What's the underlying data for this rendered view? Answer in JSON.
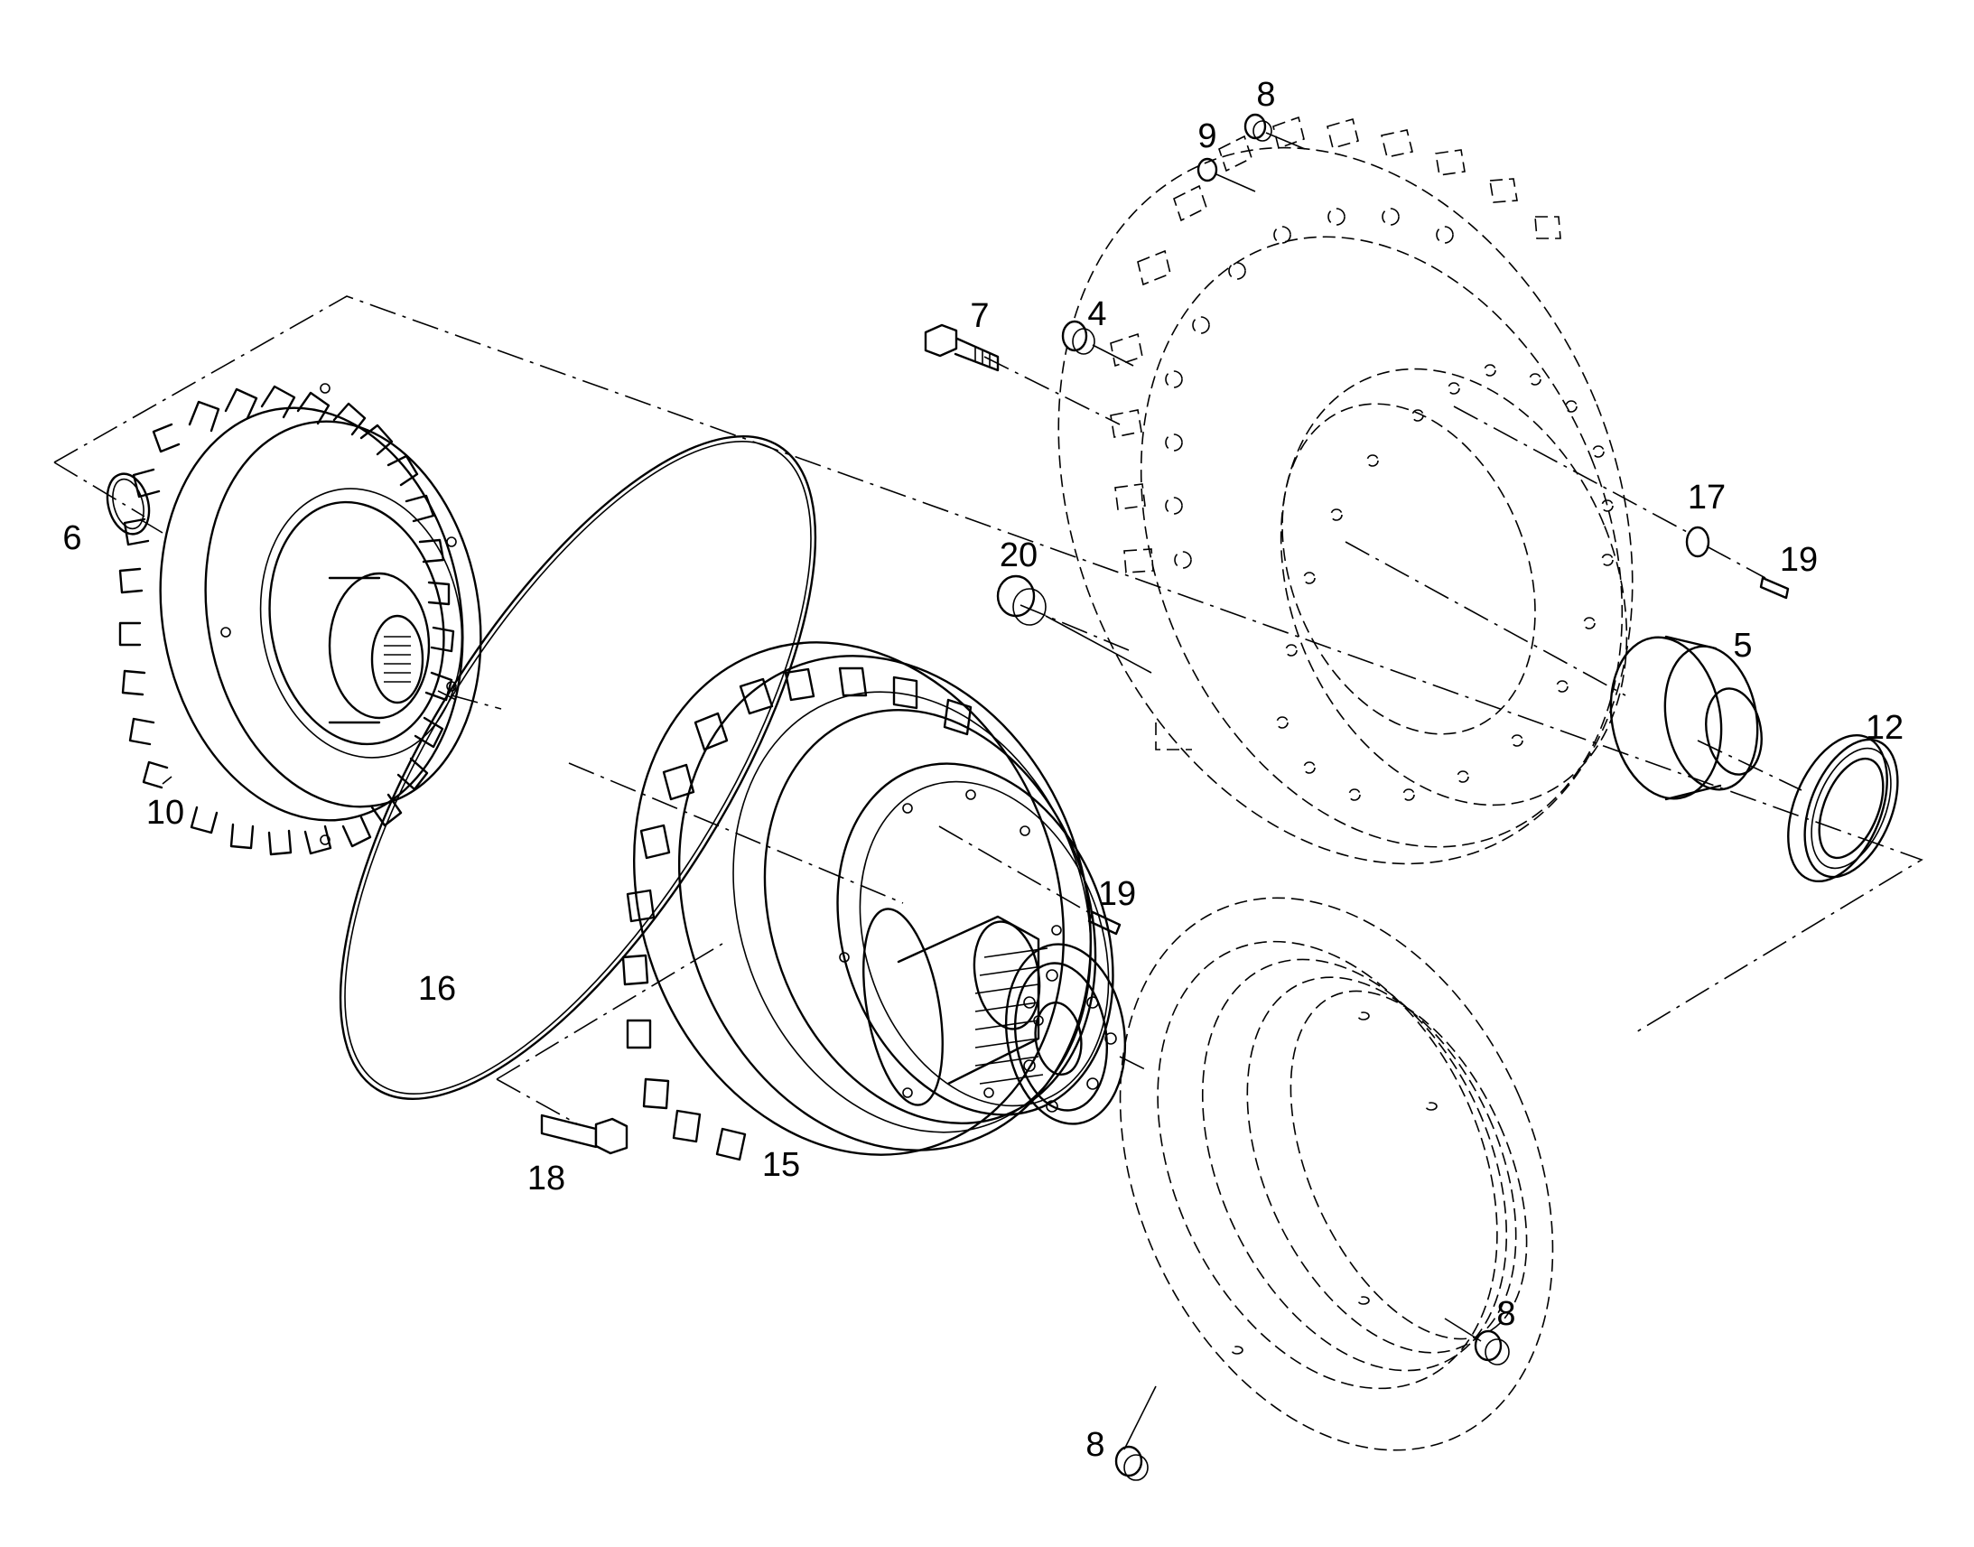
{
  "callouts": [
    {
      "id": "c-8-top",
      "text": "8"
    },
    {
      "id": "c-9",
      "text": "9"
    },
    {
      "id": "c-7",
      "text": "7"
    },
    {
      "id": "c-4",
      "text": "4"
    },
    {
      "id": "c-6",
      "text": "6"
    },
    {
      "id": "c-10",
      "text": "10"
    },
    {
      "id": "c-20",
      "text": "20"
    },
    {
      "id": "c-17",
      "text": "17"
    },
    {
      "id": "c-19-right",
      "text": "19"
    },
    {
      "id": "c-5",
      "text": "5"
    },
    {
      "id": "c-12",
      "text": "12"
    },
    {
      "id": "c-16",
      "text": "16"
    },
    {
      "id": "c-19-mid",
      "text": "19"
    },
    {
      "id": "c-18",
      "text": "18"
    },
    {
      "id": "c-15",
      "text": "15"
    },
    {
      "id": "c-8-right",
      "text": "8"
    },
    {
      "id": "c-8-bottom",
      "text": "8"
    }
  ]
}
